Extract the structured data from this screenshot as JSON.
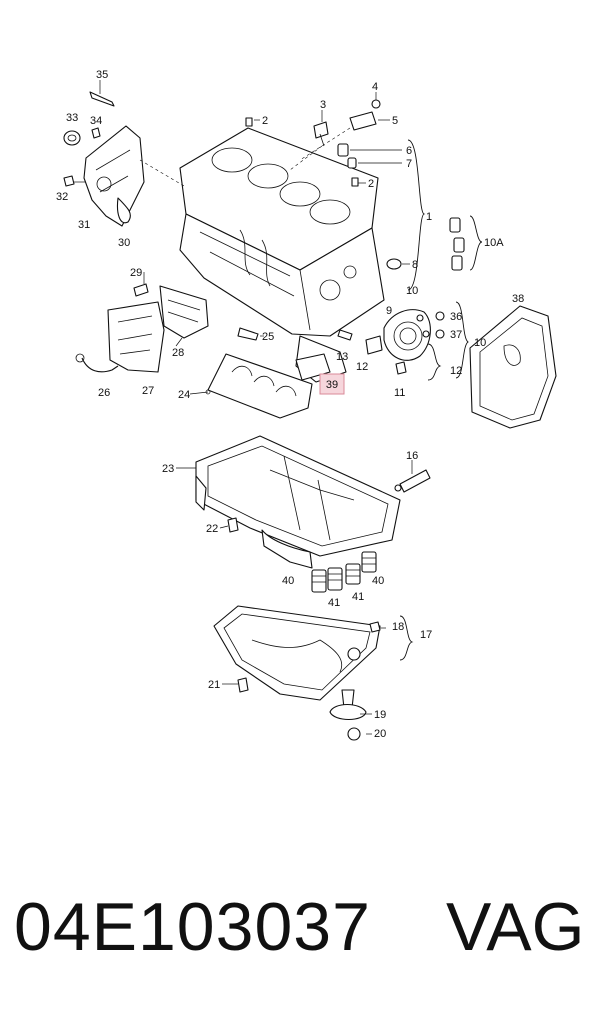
{
  "footer": {
    "part_number": "04E103037",
    "brand": "VAG"
  },
  "highlight": {
    "label": "39",
    "color": "#f6d6dc"
  },
  "callouts": {
    "c35": "35",
    "c33": "33",
    "c34": "34",
    "c32": "32",
    "c31": "31",
    "c30": "30",
    "c3": "3",
    "c4": "4",
    "c5": "5",
    "c2a": "2",
    "c6": "6",
    "c7": "7",
    "c2b": "2",
    "c1": "1",
    "c10A": "10A",
    "c8": "8",
    "c29": "29",
    "c9": "9",
    "c10a": "10",
    "c38": "38",
    "c36": "36",
    "c37": "37",
    "c10b": "10",
    "c25": "25",
    "c28": "28",
    "c13": "13",
    "c12a": "12",
    "c12b": "12",
    "c26": "26",
    "c27": "27",
    "c24": "24",
    "c11": "11",
    "c23": "23",
    "c16": "16",
    "c22": "22",
    "c40a": "40",
    "c40b": "40",
    "c41a": "41",
    "c41b": "41",
    "c18": "18",
    "c17": "17",
    "c21": "21",
    "c19": "19",
    "c20": "20"
  }
}
